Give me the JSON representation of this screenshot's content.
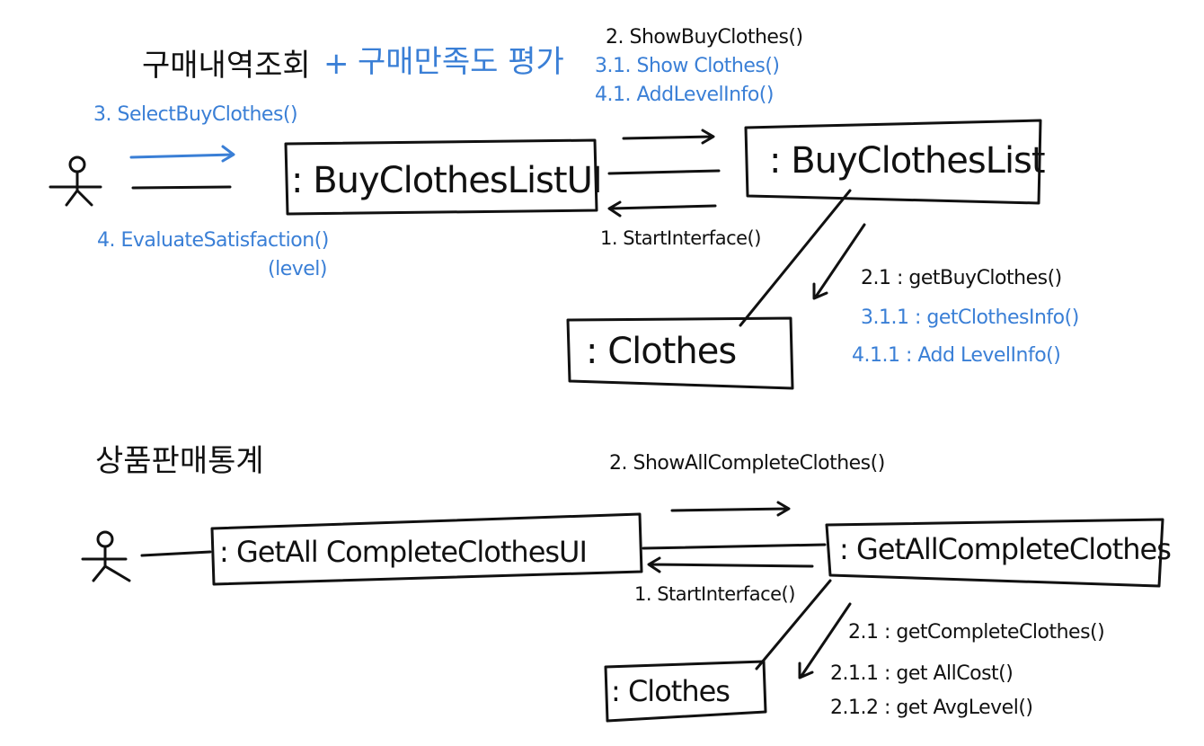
{
  "diagram1": {
    "title_black": "구매내역조회",
    "title_plus": "+",
    "title_blue": "구매만족도 평가",
    "ui_box": ": BuyClothesListUI",
    "control_box": ": BuyClothesList",
    "entity_box": ": Clothes",
    "msg_select": "3. SelectBuyClothes()",
    "msg_evaluate": "4. EvaluateSatisfaction()",
    "msg_evaluate_param": "(level)",
    "msg_show_buy": "2. ShowBuyClothes()",
    "msg_show_clothes": "3.1. Show Clothes()",
    "msg_add_level": "4.1. AddLevelInfo()",
    "msg_start": "1. StartInterface()",
    "msg_get_buy": "2.1 : getBuyClothes()",
    "msg_get_info": "3.1.1 : getClothesInfo()",
    "msg_add_level_info": "4.1.1 : Add LevelInfo()"
  },
  "diagram2": {
    "title": "상품판매통계",
    "ui_box": ": GetAll CompleteClothesUI",
    "control_box": ": GetAllCompleteClothes",
    "entity_box": ": Clothes",
    "msg_show_all": "2. ShowAllCompleteClothes()",
    "msg_start": "1. StartInterface()",
    "msg_get_complete": "2.1 : getCompleteClothes()",
    "msg_get_cost": "2.1.1 : get AllCost()",
    "msg_get_avg": "2.1.2 : get AvgLevel()"
  },
  "colors": {
    "ink": "#111111",
    "blue": "#3a7fd6"
  }
}
